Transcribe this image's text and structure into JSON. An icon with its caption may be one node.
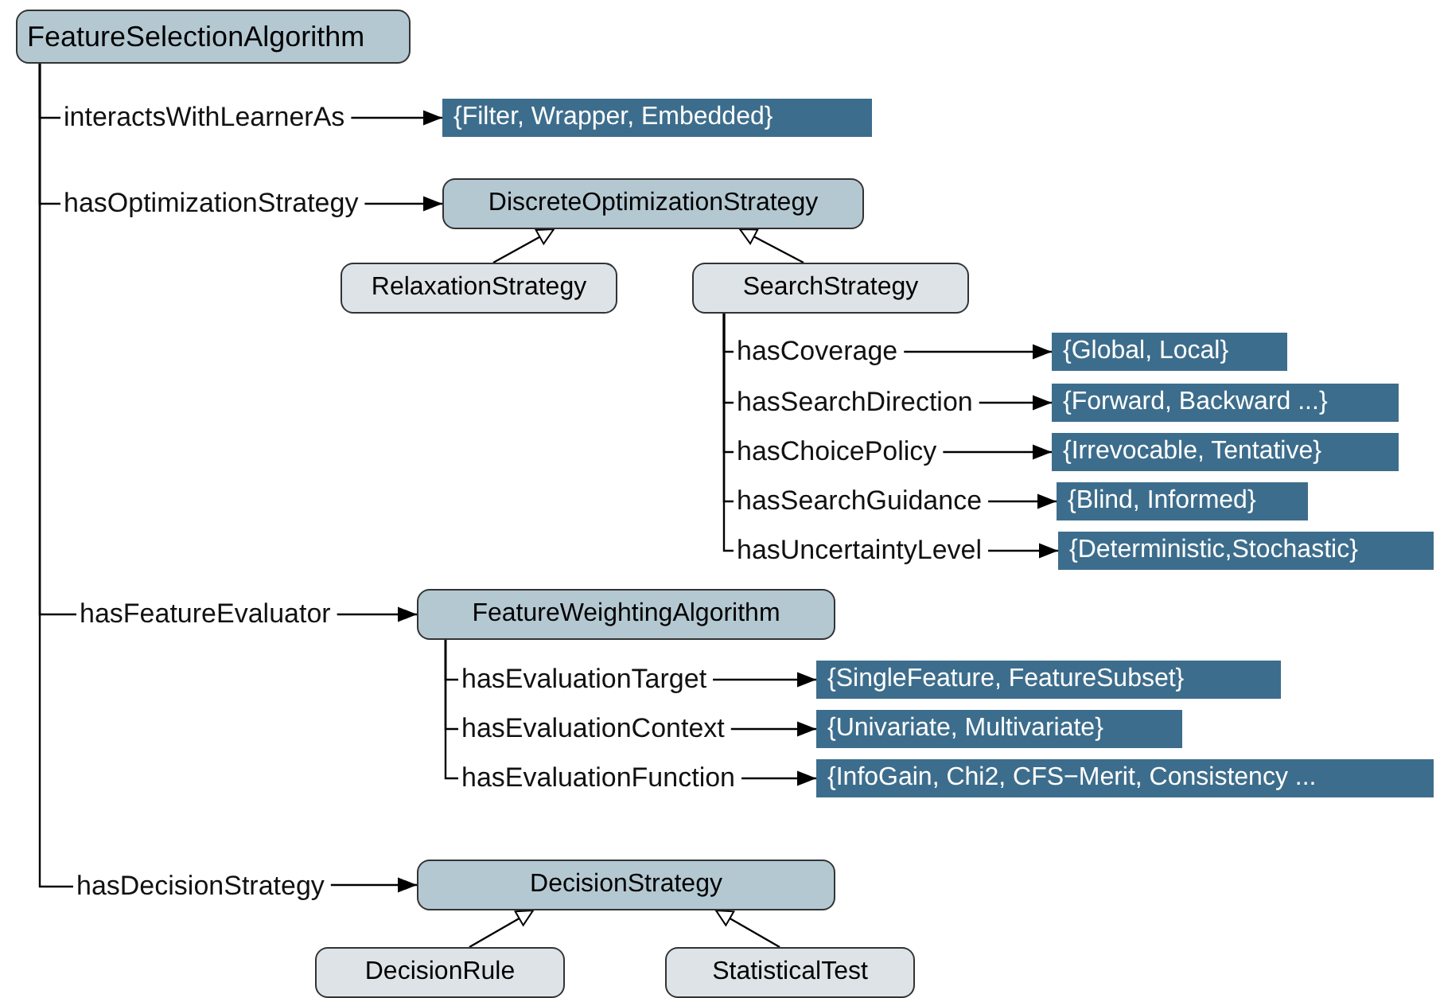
{
  "diagram": {
    "nodes": [
      {
        "text": [
          "FeatureSelectionAlgorithm"
        ]
      },
      {
        "text": [
          "interactsWithLearnerAs"
        ]
      },
      {
        "text": [
          "{Filter, Wrapper, Embedded}"
        ]
      },
      {
        "text": [
          "hasOptimizationStrategy"
        ]
      },
      {
        "text": [
          "DiscreteOptimizationStrategy"
        ]
      },
      {
        "text": [
          "RelaxationStrategy"
        ]
      },
      {
        "text": [
          "SearchStrategy"
        ]
      },
      {
        "text": [
          "hasCoverage"
        ]
      },
      {
        "text": [
          "{Global, Local}"
        ]
      },
      {
        "text": [
          "hasSearchDirection"
        ]
      },
      {
        "text": [
          "{Forward, Backward ...}"
        ]
      },
      {
        "text": [
          "hasChoicePolicy"
        ]
      },
      {
        "text": [
          "{Irrevocable, Tentative}"
        ]
      },
      {
        "text": [
          "hasSearchGuidance"
        ]
      },
      {
        "text": [
          "{Blind, Informed}"
        ]
      },
      {
        "text": [
          "hasUncertaintyLevel"
        ]
      },
      {
        "text": [
          "{Deterministic,Stochastic}"
        ]
      },
      {
        "text": [
          "hasFeatureEvaluator"
        ]
      },
      {
        "text": [
          "FeatureWeightingAlgorithm"
        ]
      },
      {
        "text": [
          "hasEvaluationTarget"
        ]
      },
      {
        "text": [
          "{SingleFeature, FeatureSubset}"
        ]
      },
      {
        "text": [
          "hasEvaluationContext"
        ]
      },
      {
        "text": [
          "{Univariate, Multivariate}"
        ]
      },
      {
        "text": [
          "hasEvaluationFunction"
        ]
      },
      {
        "text": [
          "{InfoGain, Chi2, CFS−Merit, Consistency ..."
        ]
      },
      {
        "text": [
          "hasDecisionStrategy"
        ]
      },
      {
        "text": [
          "DecisionStrategy"
        ]
      },
      {
        "text": [
          "DecisionRule"
        ]
      },
      {
        "text": [
          "StatisticalTest"
        ]
      }
    ],
    "edges": [
      {
        "from": 0,
        "to": 1,
        "arrow": "none"
      },
      {
        "from": 0,
        "to": 3,
        "arrow": "none"
      },
      {
        "from": 0,
        "to": 17,
        "arrow": "none"
      },
      {
        "from": 0,
        "to": 25,
        "arrow": "none"
      },
      {
        "from": 1,
        "to": 2,
        "arrow": "to"
      },
      {
        "from": 3,
        "to": 4,
        "arrow": "to"
      },
      {
        "from": 5,
        "to": 4,
        "arrow": "to"
      },
      {
        "from": 6,
        "to": 4,
        "arrow": "to"
      },
      {
        "from": 6,
        "to": 7,
        "arrow": "none"
      },
      {
        "from": 6,
        "to": 9,
        "arrow": "none"
      },
      {
        "from": 6,
        "to": 11,
        "arrow": "none"
      },
      {
        "from": 6,
        "to": 13,
        "arrow": "none"
      },
      {
        "from": 6,
        "to": 15,
        "arrow": "none"
      },
      {
        "from": 7,
        "to": 8,
        "arrow": "to"
      },
      {
        "from": 9,
        "to": 10,
        "arrow": "to"
      },
      {
        "from": 11,
        "to": 12,
        "arrow": "to"
      },
      {
        "from": 13,
        "to": 14,
        "arrow": "to"
      },
      {
        "from": 15,
        "to": 16,
        "arrow": "to"
      },
      {
        "from": 17,
        "to": 18,
        "arrow": "to"
      },
      {
        "from": 18,
        "to": 19,
        "arrow": "none"
      },
      {
        "from": 18,
        "to": 21,
        "arrow": "none"
      },
      {
        "from": 18,
        "to": 23,
        "arrow": "none"
      },
      {
        "from": 19,
        "to": 20,
        "arrow": "to"
      },
      {
        "from": 21,
        "to": 22,
        "arrow": "to"
      },
      {
        "from": 23,
        "to": 24,
        "arrow": "to"
      },
      {
        "from": 25,
        "to": 26,
        "arrow": "to"
      },
      {
        "from": 27,
        "to": 26,
        "arrow": "to"
      },
      {
        "from": 28,
        "to": 26,
        "arrow": "to"
      }
    ]
  }
}
